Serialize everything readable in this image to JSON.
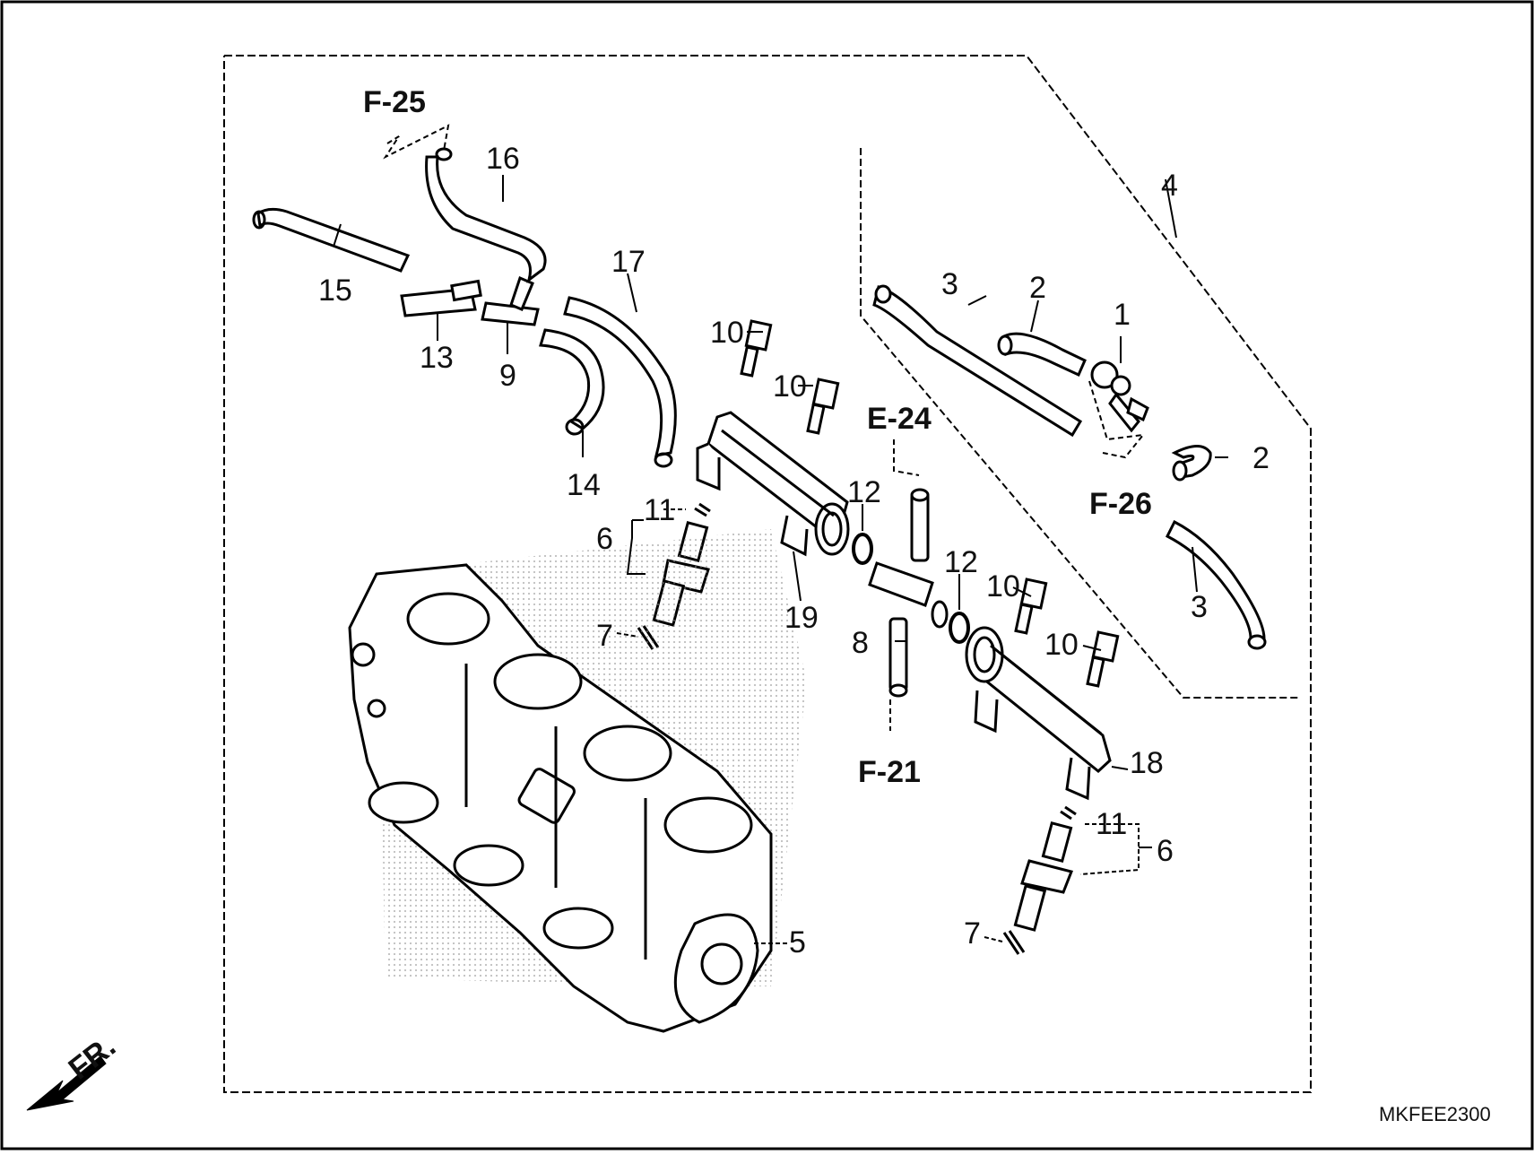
{
  "diagram": {
    "code": "MKFEE2300",
    "front_marker": "FR.",
    "refs": {
      "f25": "F-25",
      "f26": "F-26",
      "e24": "E-24",
      "f21": "F-21"
    },
    "callouts": {
      "c1": "1",
      "c2a": "2",
      "c2b": "2",
      "c3a": "3",
      "c3b": "3",
      "c4": "4",
      "c5": "5",
      "c6a": "6",
      "c6b": "6",
      "c7a": "7",
      "c7b": "7",
      "c8": "8",
      "c9": "9",
      "c10a": "10",
      "c10b": "10",
      "c10c": "10",
      "c10d": "10",
      "c11a": "11",
      "c11b": "11",
      "c12a": "12",
      "c12b": "12",
      "c13": "13",
      "c14": "14",
      "c15": "15",
      "c16": "16",
      "c17": "17",
      "c18": "18",
      "c19": "19"
    }
  }
}
